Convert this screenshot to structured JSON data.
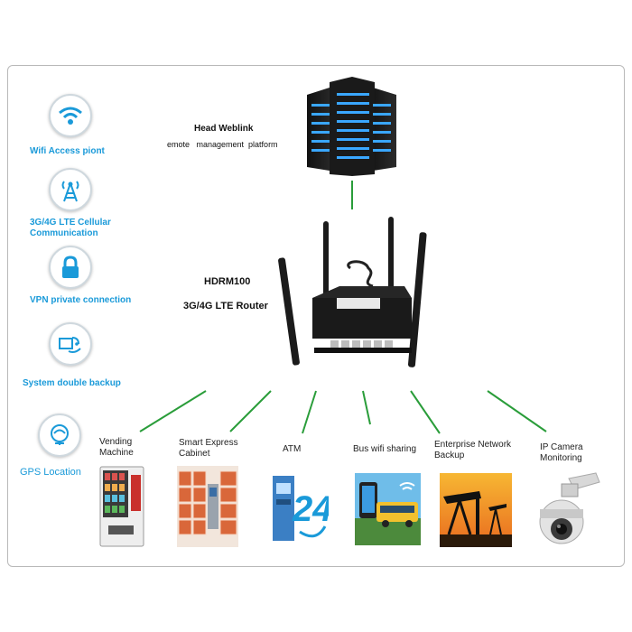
{
  "server": {
    "title": "Head Weblink",
    "subtitle": "emote   management  platform"
  },
  "router": {
    "model": "HDRM100",
    "type": "3G/4G LTE Router"
  },
  "features": [
    {
      "label": "Wifi Access piont",
      "icon": "wifi-icon"
    },
    {
      "label": "3G/4G LTE Cellular Communication",
      "icon": "cell-tower-icon"
    },
    {
      "label": "VPN private connection",
      "icon": "lock-icon"
    },
    {
      "label": "System double backup",
      "icon": "backup-icon"
    },
    {
      "label": "GPS Location",
      "icon": "gps-icon"
    }
  ],
  "devices": [
    {
      "label": "Vending Machine",
      "icon": "vending-machine-image"
    },
    {
      "label": "Smart Express Cabinet",
      "icon": "express-cabinet-image"
    },
    {
      "label": "ATM",
      "icon": "atm-image"
    },
    {
      "label": "Bus wifi sharing",
      "icon": "bus-image"
    },
    {
      "label": "Enterprise Network Backup",
      "icon": "oil-pump-image"
    },
    {
      "label": "IP Camera Monitoring",
      "icon": "ip-camera-image"
    }
  ],
  "colors": {
    "accent": "#1a9ad9",
    "connector": "#2a9d3a",
    "server_glow": "#3aa7ff"
  }
}
